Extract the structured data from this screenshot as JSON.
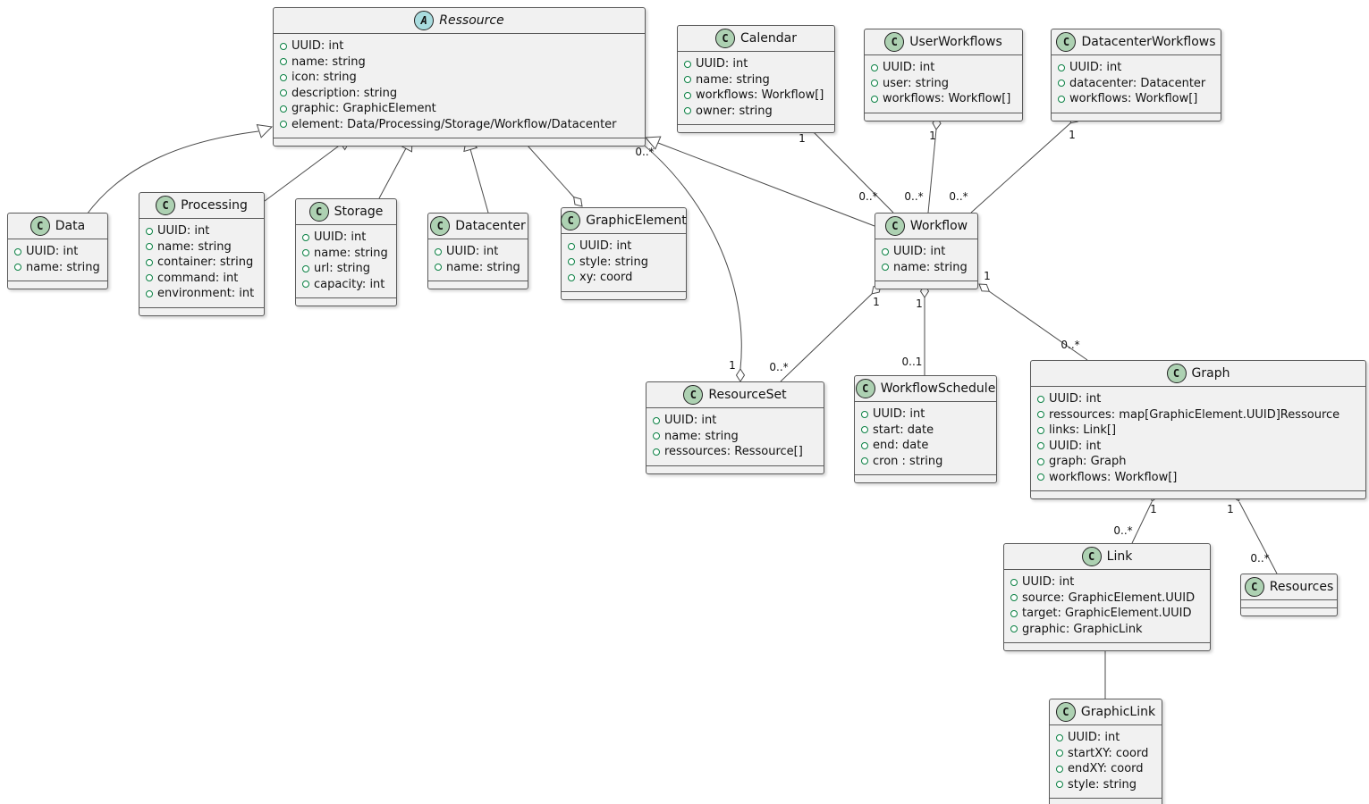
{
  "diagram": {
    "kind": "uml-class-diagram",
    "colors": {
      "background": "#FFFFFF",
      "node_fill": "#F1F1F1",
      "node_border": "#5A5A5A",
      "edge_line": "#4A4A4A",
      "class_icon_fill": "#ADD1B2",
      "abstract_icon_fill": "#A9DCDF",
      "icon_border": "#222222",
      "field_icon": "#0A8043",
      "text": "#121212"
    }
  },
  "classes": [
    {
      "id": "ressource",
      "kind": "abstract",
      "letter": "A",
      "name": "Ressource",
      "attributes": [
        "UUID: int",
        "name: string",
        "icon: string",
        "description: string",
        "graphic: GraphicElement",
        "element: Data/Processing/Storage/Workflow/Datacenter"
      ]
    },
    {
      "id": "calendar",
      "kind": "class",
      "letter": "C",
      "name": "Calendar",
      "attributes": [
        "UUID: int",
        "name: string",
        "workflows: Workflow[]",
        "owner: string"
      ]
    },
    {
      "id": "userworkflows",
      "kind": "class",
      "letter": "C",
      "name": "UserWorkflows",
      "attributes": [
        "UUID: int",
        "user: string",
        "workflows: Workflow[]"
      ]
    },
    {
      "id": "datacenterworkflows",
      "kind": "class",
      "letter": "C",
      "name": "DatacenterWorkflows",
      "attributes": [
        "UUID: int",
        "datacenter: Datacenter",
        "workflows: Workflow[]"
      ]
    },
    {
      "id": "data",
      "kind": "class",
      "letter": "C",
      "name": "Data",
      "attributes": [
        "UUID: int",
        "name: string"
      ]
    },
    {
      "id": "processing",
      "kind": "class",
      "letter": "C",
      "name": "Processing",
      "attributes": [
        "UUID: int",
        "name: string",
        "container: string",
        "command: int",
        "environment: int"
      ]
    },
    {
      "id": "storage",
      "kind": "class",
      "letter": "C",
      "name": "Storage",
      "attributes": [
        "UUID: int",
        "name: string",
        "url: string",
        "capacity: int"
      ]
    },
    {
      "id": "datacenter",
      "kind": "class",
      "letter": "C",
      "name": "Datacenter",
      "attributes": [
        "UUID: int",
        "name: string"
      ]
    },
    {
      "id": "graphicelement",
      "kind": "class",
      "letter": "C",
      "name": "GraphicElement",
      "attributes": [
        "UUID: int",
        "style: string",
        "xy: coord"
      ]
    },
    {
      "id": "workflow",
      "kind": "class",
      "letter": "C",
      "name": "Workflow",
      "attributes": [
        "UUID: int",
        "name: string"
      ]
    },
    {
      "id": "resourceset",
      "kind": "class",
      "letter": "C",
      "name": "ResourceSet",
      "attributes": [
        "UUID: int",
        "name: string",
        "ressources: Ressource[]"
      ]
    },
    {
      "id": "workflowschedule",
      "kind": "class",
      "letter": "C",
      "name": "WorkflowSchedule",
      "attributes": [
        "UUID: int",
        "start: date",
        "end: date",
        "cron : string"
      ]
    },
    {
      "id": "graph",
      "kind": "class",
      "letter": "C",
      "name": "Graph",
      "attributes": [
        "UUID: int",
        "ressources: map[GraphicElement.UUID]Ressource",
        "links: Link[]",
        "UUID: int",
        "graph: Graph",
        "workflows: Workflow[]"
      ]
    },
    {
      "id": "link",
      "kind": "class",
      "letter": "C",
      "name": "Link",
      "attributes": [
        "UUID: int",
        "source: GraphicElement.UUID",
        "target: GraphicElement.UUID",
        "graphic: GraphicLink"
      ]
    },
    {
      "id": "resources",
      "kind": "class",
      "letter": "C",
      "name": "Resources",
      "attributes": []
    },
    {
      "id": "graphiclink",
      "kind": "class",
      "letter": "C",
      "name": "GraphicLink",
      "attributes": [
        "UUID: int",
        "startXY: coord",
        "endXY: coord",
        "style: string"
      ]
    }
  ],
  "relations": [
    {
      "from": "Data",
      "to": "Ressource",
      "type": "inheritance"
    },
    {
      "from": "Processing",
      "to": "Ressource",
      "type": "inheritance"
    },
    {
      "from": "Storage",
      "to": "Ressource",
      "type": "inheritance"
    },
    {
      "from": "Datacenter",
      "to": "Ressource",
      "type": "inheritance"
    },
    {
      "from": "Workflow",
      "to": "Ressource",
      "type": "inheritance"
    },
    {
      "from": "GraphicElement",
      "to": "Ressource",
      "type": "aggregation"
    },
    {
      "from": "Calendar",
      "to": "Workflow",
      "type": "aggregation",
      "source_mult": "1",
      "target_mult": "0..*"
    },
    {
      "from": "UserWorkflows",
      "to": "Workflow",
      "type": "aggregation",
      "source_mult": "1",
      "target_mult": "0..*"
    },
    {
      "from": "DatacenterWorkflows",
      "to": "Workflow",
      "type": "aggregation",
      "source_mult": "1",
      "target_mult": "0..*"
    },
    {
      "from": "ResourceSet",
      "to": "Ressource",
      "type": "aggregation",
      "source_mult": "1",
      "target_mult": "0..*"
    },
    {
      "from": "Workflow",
      "to": "ResourceSet",
      "type": "aggregation",
      "source_mult": "1",
      "target_mult": "0..*"
    },
    {
      "from": "Workflow",
      "to": "WorkflowSchedule",
      "type": "aggregation",
      "source_mult": "1",
      "target_mult": "0..1"
    },
    {
      "from": "Workflow",
      "to": "Graph",
      "type": "aggregation",
      "source_mult": "1",
      "target_mult": "0..*"
    },
    {
      "from": "Graph",
      "to": "Link",
      "type": "aggregation",
      "source_mult": "1",
      "target_mult": "0..*"
    },
    {
      "from": "Graph",
      "to": "Resources",
      "type": "aggregation",
      "source_mult": "1",
      "target_mult": "0..*"
    },
    {
      "from": "Link",
      "to": "GraphicLink",
      "type": "association"
    }
  ]
}
